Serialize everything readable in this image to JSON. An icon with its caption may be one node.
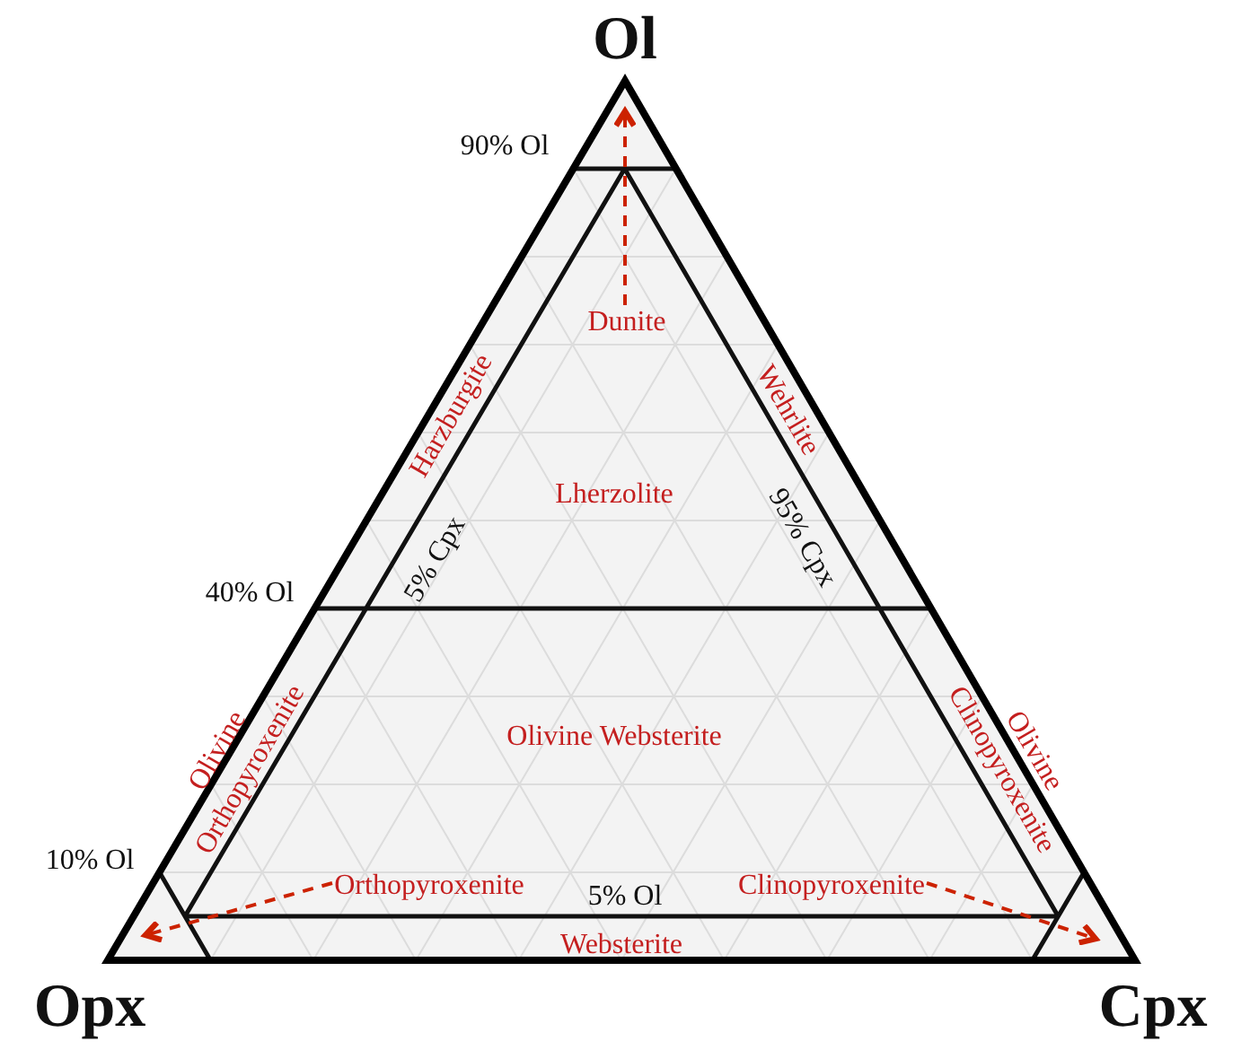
{
  "diagram": {
    "nodes": [
      {
        "text": [
          "Dunite"
        ]
      },
      {
        "text": [
          "Orthopyroxenite"
        ]
      },
      {
        "text": [
          "Clinopyroxenite"
        ]
      }
    ],
    "edges": [
      {
        "from": 0,
        "to": null,
        "arrow": "to",
        "style": "dashed",
        "color": "#cc2200"
      },
      {
        "from": 1,
        "to": null,
        "arrow": "to",
        "style": "dashed",
        "color": "#cc2200"
      },
      {
        "from": 2,
        "to": null,
        "arrow": "to",
        "style": "dashed",
        "color": "#cc2200"
      }
    ],
    "labels": [
      "Ol",
      "90% Ol",
      "Harzburgite",
      "Wehrlite",
      "Lherzolite",
      "5% Cpx",
      "95% Cpx",
      "40% Ol",
      "Olivine Websterite",
      "Olivine Orthopyroxenite",
      "Olivine Clinopyroxenite",
      "10% Ol",
      "5% Ol",
      "Websterite",
      "Opx",
      "Cpx"
    ]
  }
}
